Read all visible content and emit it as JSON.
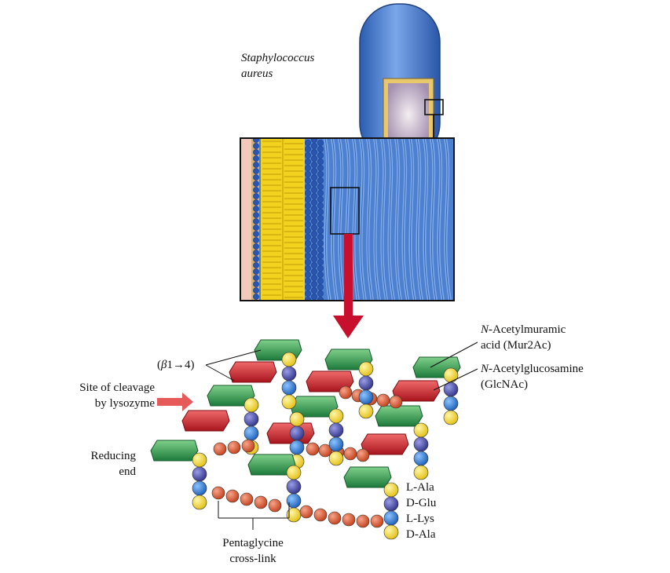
{
  "organism": {
    "line1": "Staphylococcus",
    "line2": "aureus"
  },
  "labels": {
    "murnac_prefix": "N",
    "murnac_line1": "-Acetylmuramic",
    "murnac_line2": "acid (Mur2Ac)",
    "glcnac_prefix": "N",
    "glcnac_line1": "-Acetylglucosamine",
    "glcnac_line2": "(GlcNAc)",
    "linkage_open": "(",
    "linkage_beta": "β",
    "linkage_rest": "1→4)",
    "cleavage_line1": "Site of cleavage",
    "cleavage_line2": "by lysozyme",
    "reducing_line1": "Reducing",
    "reducing_line2": "end",
    "pentaglycine_line1": "Pentaglycine",
    "pentaglycine_line2": "cross-link"
  },
  "peptide": [
    {
      "prefix": "L",
      "name": "-Ala"
    },
    {
      "prefix": "D",
      "name": "-Glu"
    },
    {
      "prefix": "L",
      "name": "-Lys"
    },
    {
      "prefix": "D",
      "name": "-Ala"
    }
  ],
  "colors": {
    "cell_blue": "#4a7fd0",
    "lipid_yellow": "#f2d21e",
    "murnac_red": "#d8262d",
    "glcnac_green": "#2f9a4f",
    "ala_yellow": "#f4dc2a",
    "glu_purple": "#4b4fa8",
    "lys_blue": "#2f7fd8",
    "glycine_orange": "#e0623a",
    "arrow_red": "#c8102e"
  }
}
